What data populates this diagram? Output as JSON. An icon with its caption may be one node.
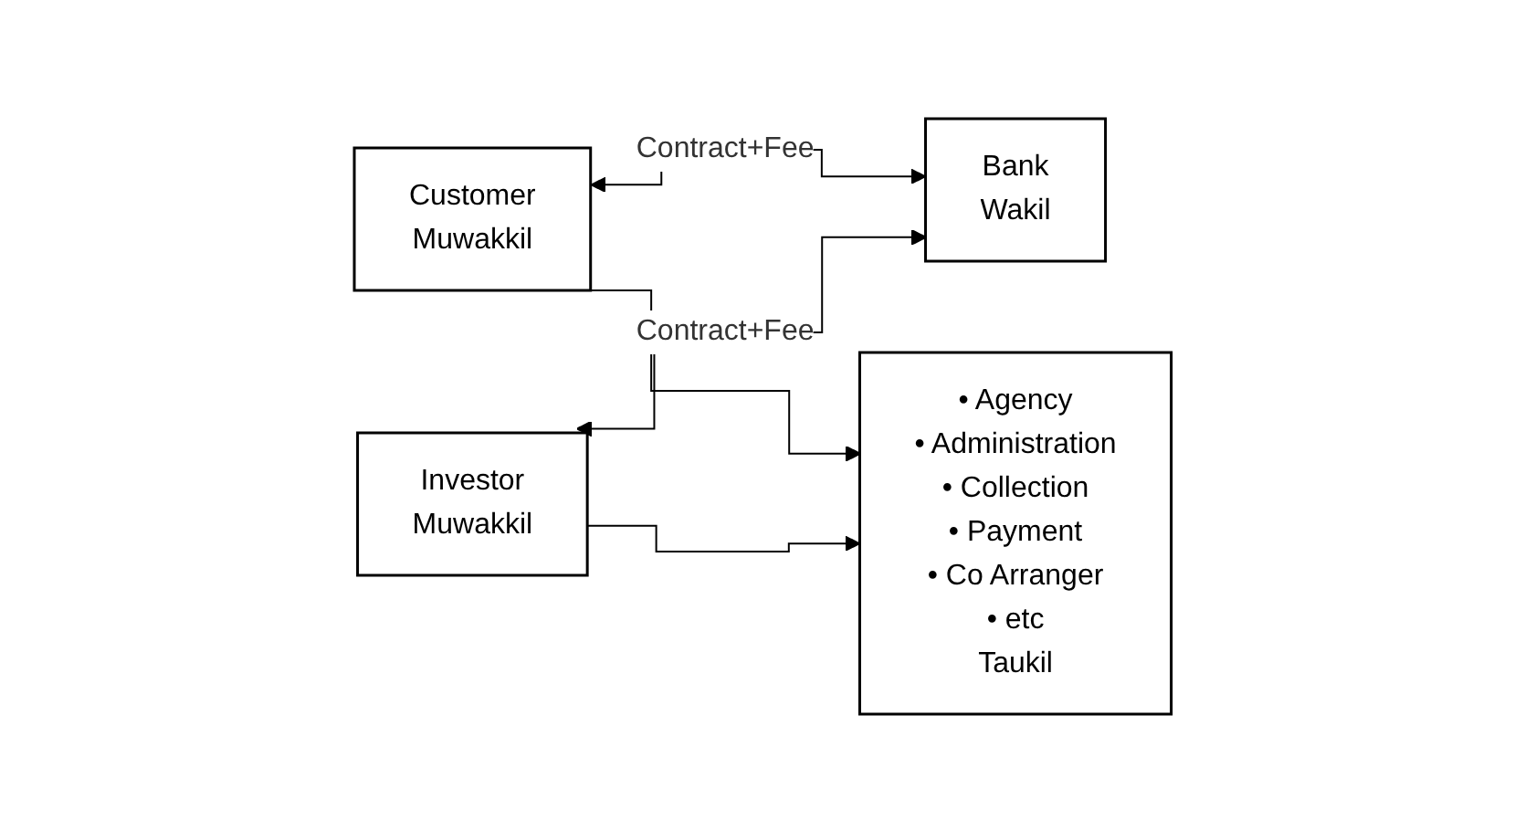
{
  "diagram": {
    "nodes": [
      {
        "text": [
          "Customer",
          "Muwakkil"
        ]
      },
      {
        "text": [
          "• Agency",
          "• Administration",
          "• Collection",
          "• Payment",
          "• Co Arranger",
          "• etc",
          "Taukil"
        ]
      },
      {
        "text": [
          "Bank",
          "Wakil"
        ]
      },
      {
        "text": [
          "Investor",
          "Muwakkil"
        ]
      }
    ],
    "edges": [
      {
        "from": 0,
        "to": 2,
        "arrow": "both",
        "label": "Contract+Fee"
      },
      {
        "from": 0,
        "to": 1,
        "arrow": "to"
      },
      {
        "from": 3,
        "to": 1,
        "arrow": "to"
      },
      {
        "from": 3,
        "to": 2,
        "arrow": "both",
        "label": "Contract+Fee"
      }
    ]
  }
}
